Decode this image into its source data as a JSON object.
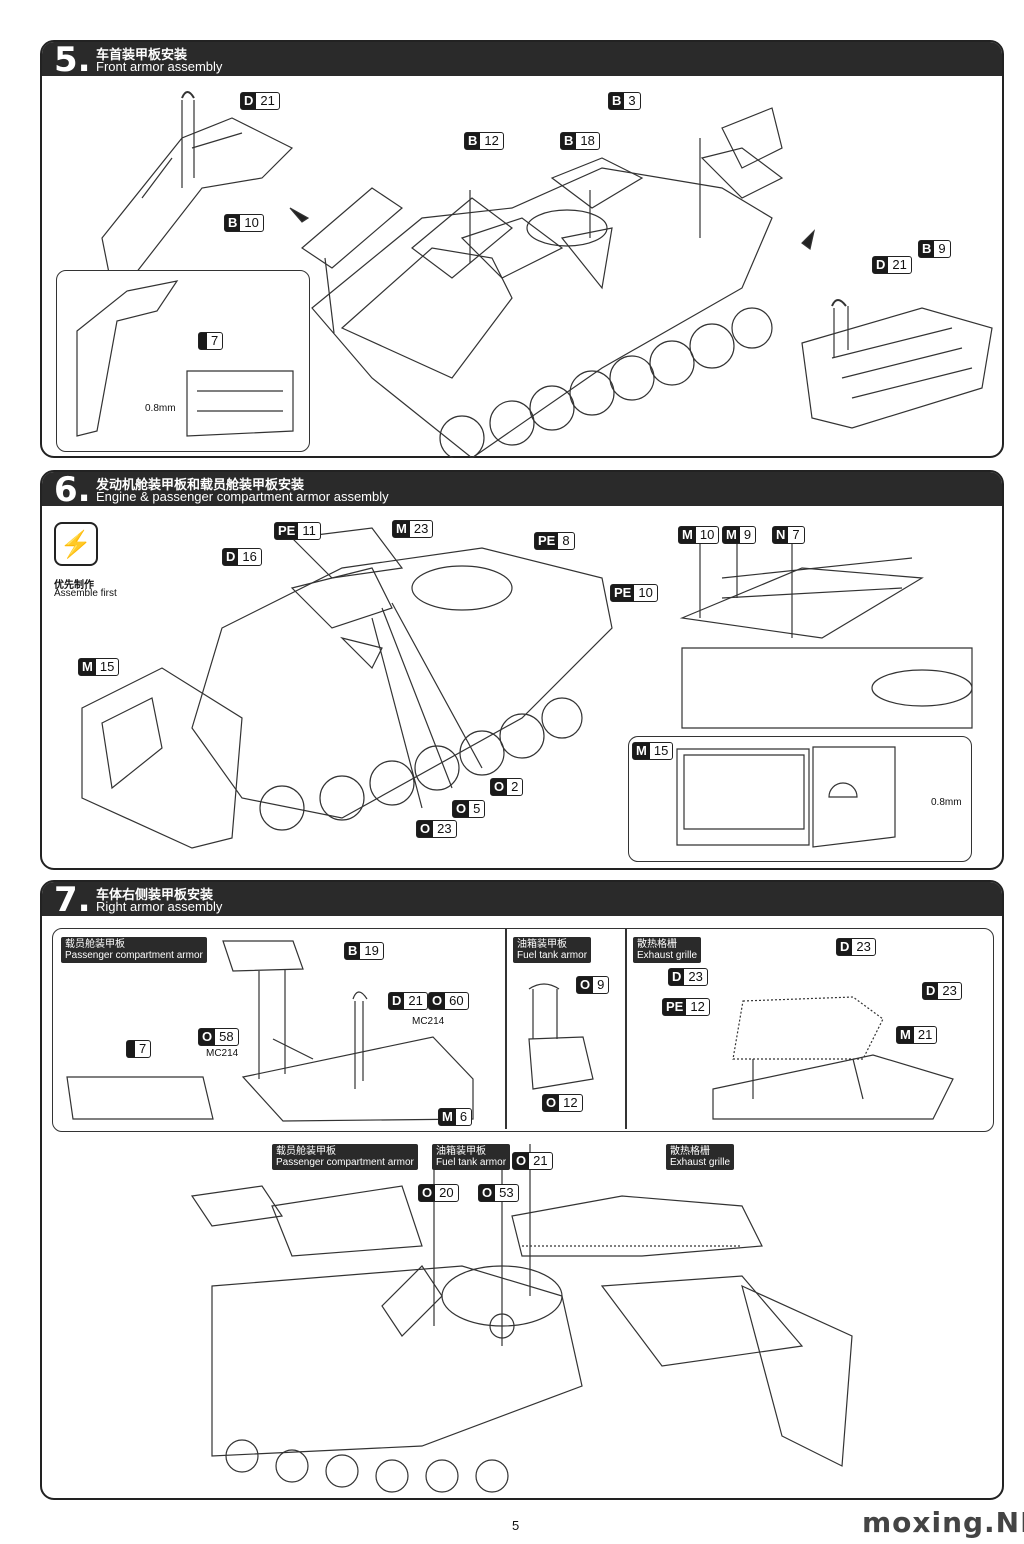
{
  "steps": [
    {
      "num": "5.",
      "zh": "车首装甲板安装",
      "en": "Front armor assembly"
    },
    {
      "num": "6.",
      "zh": "发动机舱装甲板和载员舱装甲板安装",
      "en": "Engine & passenger compartment armor assembly"
    },
    {
      "num": "7.",
      "zh": "车体右侧装甲板安装",
      "en": "Right armor assembly"
    }
  ],
  "step5": {
    "parts": {
      "d21a": {
        "l": "D",
        "n": "21"
      },
      "b3": {
        "l": "B",
        "n": "3"
      },
      "b12": {
        "l": "B",
        "n": "12"
      },
      "b18": {
        "l": "B",
        "n": "18"
      },
      "b10": {
        "l": "B",
        "n": "10"
      },
      "d21b": {
        "l": "D",
        "n": "21"
      },
      "b9": {
        "l": "B",
        "n": "9"
      },
      "seven": {
        "l": "",
        "n": "7"
      }
    },
    "drill": "0.8mm"
  },
  "step6": {
    "first_zh": "优先制作",
    "first_en": "Assemble first",
    "parts": {
      "pe11": {
        "l": "PE",
        "n": "11"
      },
      "m23": {
        "l": "M",
        "n": "23"
      },
      "pe8": {
        "l": "PE",
        "n": "8"
      },
      "d16": {
        "l": "D",
        "n": "16"
      },
      "pe10": {
        "l": "PE",
        "n": "10"
      },
      "m15a": {
        "l": "M",
        "n": "15"
      },
      "o2": {
        "l": "O",
        "n": "2"
      },
      "o5": {
        "l": "O",
        "n": "5"
      },
      "o23": {
        "l": "O",
        "n": "23"
      },
      "m10": {
        "l": "M",
        "n": "10"
      },
      "m9": {
        "l": "M",
        "n": "9"
      },
      "n7": {
        "l": "N",
        "n": "7"
      },
      "m15b": {
        "l": "M",
        "n": "15"
      }
    },
    "drill": "0.8mm"
  },
  "step7": {
    "sub": {
      "pass_zh": "载员舱装甲板",
      "pass_en": "Passenger compartment armor",
      "fuel_zh": "油箱装甲板",
      "fuel_en": "Fuel tank armor",
      "exh_zh": "散热格栅",
      "exh_en": "Exhaust grille"
    },
    "mc": "MC214",
    "parts": {
      "b19": {
        "l": "B",
        "n": "19"
      },
      "d21": {
        "l": "D",
        "n": "21"
      },
      "o60": {
        "l": "O",
        "n": "60"
      },
      "seven": {
        "l": "",
        "n": "7"
      },
      "o58": {
        "l": "O",
        "n": "58"
      },
      "m6": {
        "l": "M",
        "n": "6"
      },
      "o9": {
        "l": "O",
        "n": "9"
      },
      "o12": {
        "l": "O",
        "n": "12"
      },
      "d23a": {
        "l": "D",
        "n": "23"
      },
      "d23b": {
        "l": "D",
        "n": "23"
      },
      "d23c": {
        "l": "D",
        "n": "23"
      },
      "pe12": {
        "l": "PE",
        "n": "12"
      },
      "m21": {
        "l": "M",
        "n": "21"
      },
      "o20": {
        "l": "O",
        "n": "20"
      },
      "o53": {
        "l": "O",
        "n": "53"
      },
      "o21": {
        "l": "O",
        "n": "21"
      }
    }
  },
  "page_number": "5",
  "watermark": "moxing.NET"
}
